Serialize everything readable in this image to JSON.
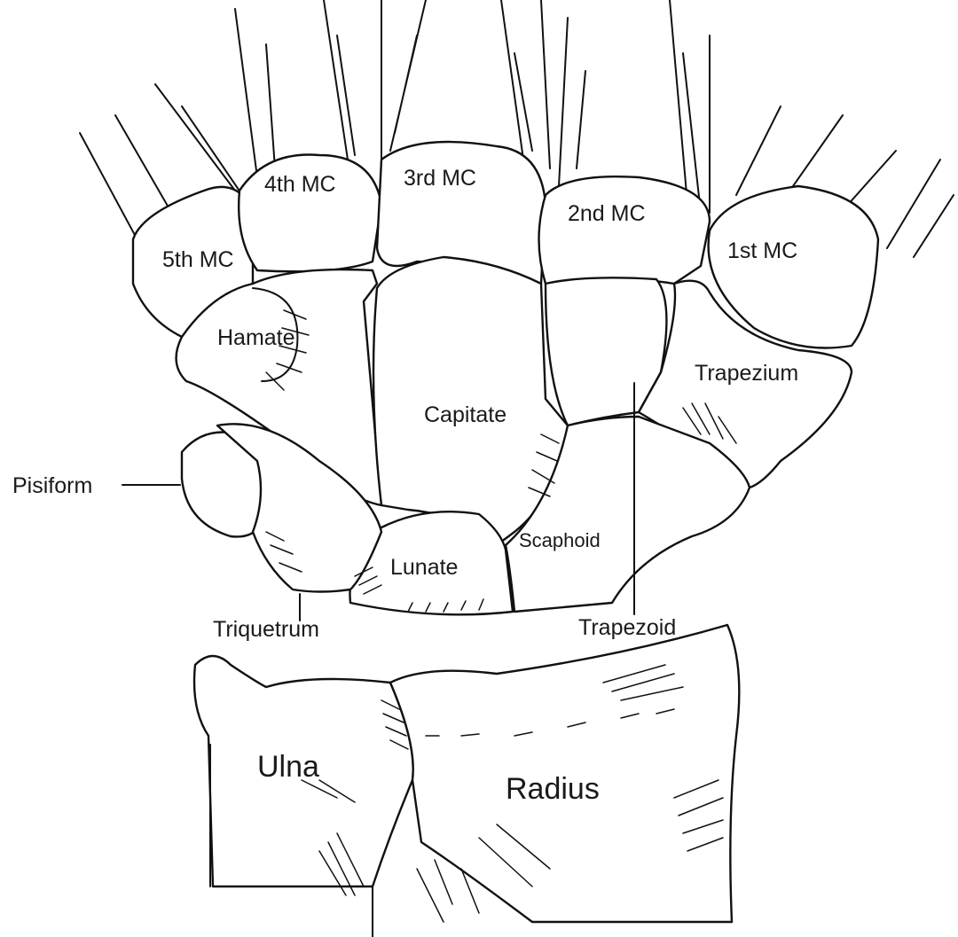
{
  "diagram": {
    "labels": {
      "mc4": "4th MC",
      "mc3": "3rd MC",
      "mc2": "2nd MC",
      "mc5": "5th MC",
      "mc1": "1st MC",
      "hamate": "Hamate",
      "trapezium": "Trapezium",
      "capitate": "Capitate",
      "pisiform": "Pisiform",
      "lunate": "Lunate",
      "scaphoid": "Scaphoid",
      "triquetrum": "Triquetrum",
      "trapezoid": "Trapezoid",
      "ulna": "Ulna",
      "radius": "Radius"
    }
  }
}
